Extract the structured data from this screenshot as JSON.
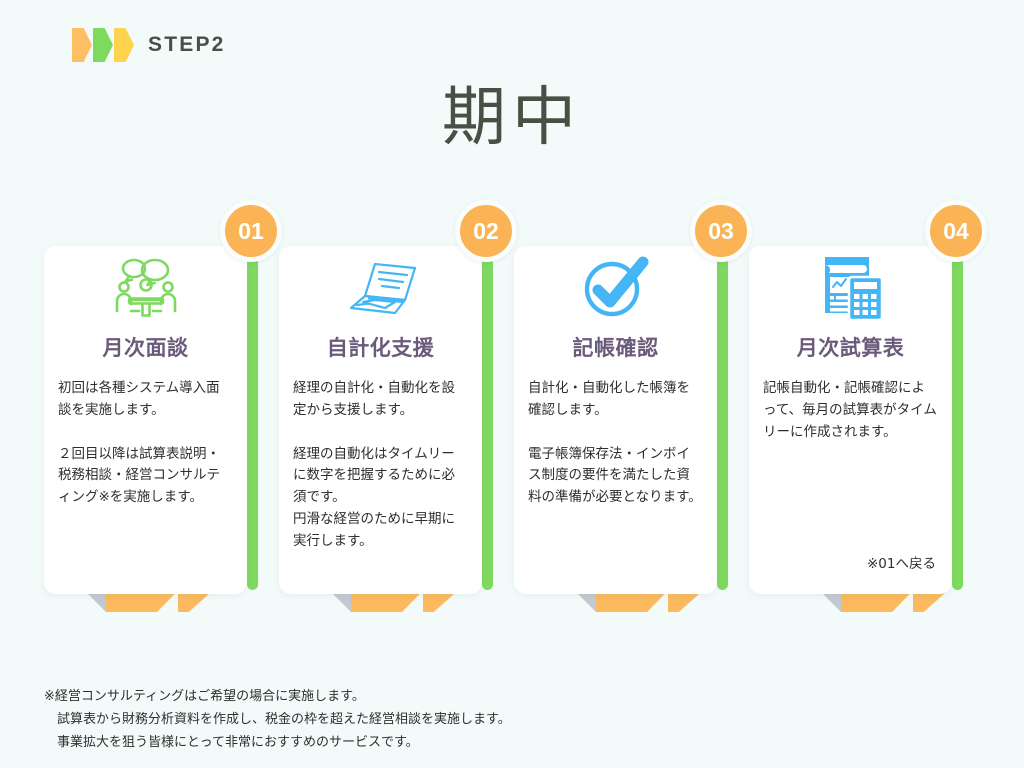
{
  "header": {
    "step_label": "STEP2",
    "chevron_colors": [
      "#fcbf63",
      "#7ed95f",
      "#ffd34e"
    ]
  },
  "title": "期中",
  "colors": {
    "background": "#f2fbfa",
    "card": "#ffffff",
    "accent_green": "#7ed95f",
    "accent_orange": "#fab455",
    "heading_purple": "#6b5b7b",
    "icon_green": "#7ed95f",
    "icon_blue": "#45b6f5",
    "arrow_orange": "#fcb95d",
    "arrow_shadow": "#c3c9d2"
  },
  "cards": [
    {
      "number": "01",
      "icon": "meeting-people-icon",
      "heading": "月次面談",
      "body": "初回は各種システム導入面談を実施します。\n\n２回目以降は試算表説明・税務相談・経営コンサルティング※を実施します。",
      "note": ""
    },
    {
      "number": "02",
      "icon": "laptop-icon",
      "heading": "自計化支援",
      "body": "経理の自計化・自動化を設定から支援します。\n\n経理の自動化はタイムリーに数字を把握するために必須です。\n円滑な経営のために早期に実行します。",
      "note": ""
    },
    {
      "number": "03",
      "icon": "check-circle-icon",
      "heading": "記帳確認",
      "body": "自計化・自動化した帳簿を確認します。\n\n電子帳簿保存法・インボイス制度の要件を満たした資料の準備が必要となります。",
      "note": ""
    },
    {
      "number": "04",
      "icon": "document-calculator-icon",
      "heading": "月次試算表",
      "body": "記帳自動化・記帳確認によって、毎月の試算表がタイムリーに作成されます。",
      "note": "※01へ戻る"
    }
  ],
  "footnote": "※経営コンサルティングはご希望の場合に実施します。\n　試算表から財務分析資料を作成し、税金の枠を超えた経営相談を実施します。\n　事業拡大を狙う皆様にとって非常におすすめのサービスです。"
}
